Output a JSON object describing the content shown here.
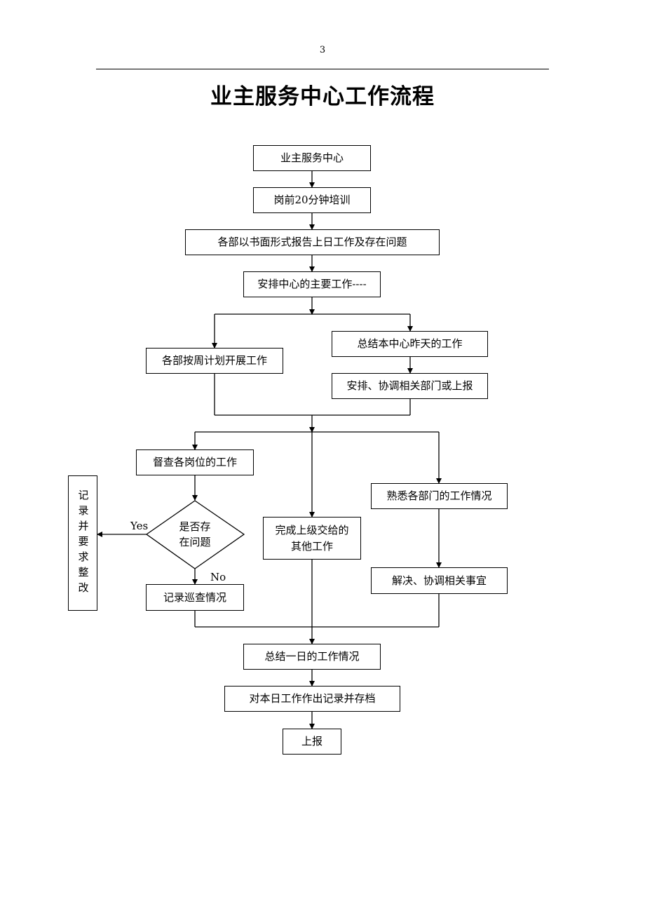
{
  "header": {
    "page_number": "3"
  },
  "title": "业主服务中心工作流程",
  "nodes": {
    "start": "业主服务中心",
    "training": "岗前20分钟培训",
    "written_report": "各部以书面形式报告上日工作及存在问题",
    "arrange": "安排中心的主要工作----",
    "weekly_plan": "各部按周计划开展工作",
    "summarize_yesterday": "总结本中心昨天的工作",
    "coordinate_report": "安排、协调相关部门或上报",
    "supervise": "督查各岗位的工作",
    "decision": "是否存\n在问题",
    "record_rectify": "记录并要求整改",
    "record_patrol": "记录巡查情况",
    "superior_tasks": "完成上级交给的\n其他工作",
    "familiarize": "熟悉各部门的工作情况",
    "resolve": "解决、协调相关事宜",
    "daily_summary": "总结一日的工作情况",
    "record_archive": "对本日工作作出记录并存档",
    "report_up": "上报"
  },
  "edge_labels": {
    "yes": "Yes",
    "no": "No"
  }
}
